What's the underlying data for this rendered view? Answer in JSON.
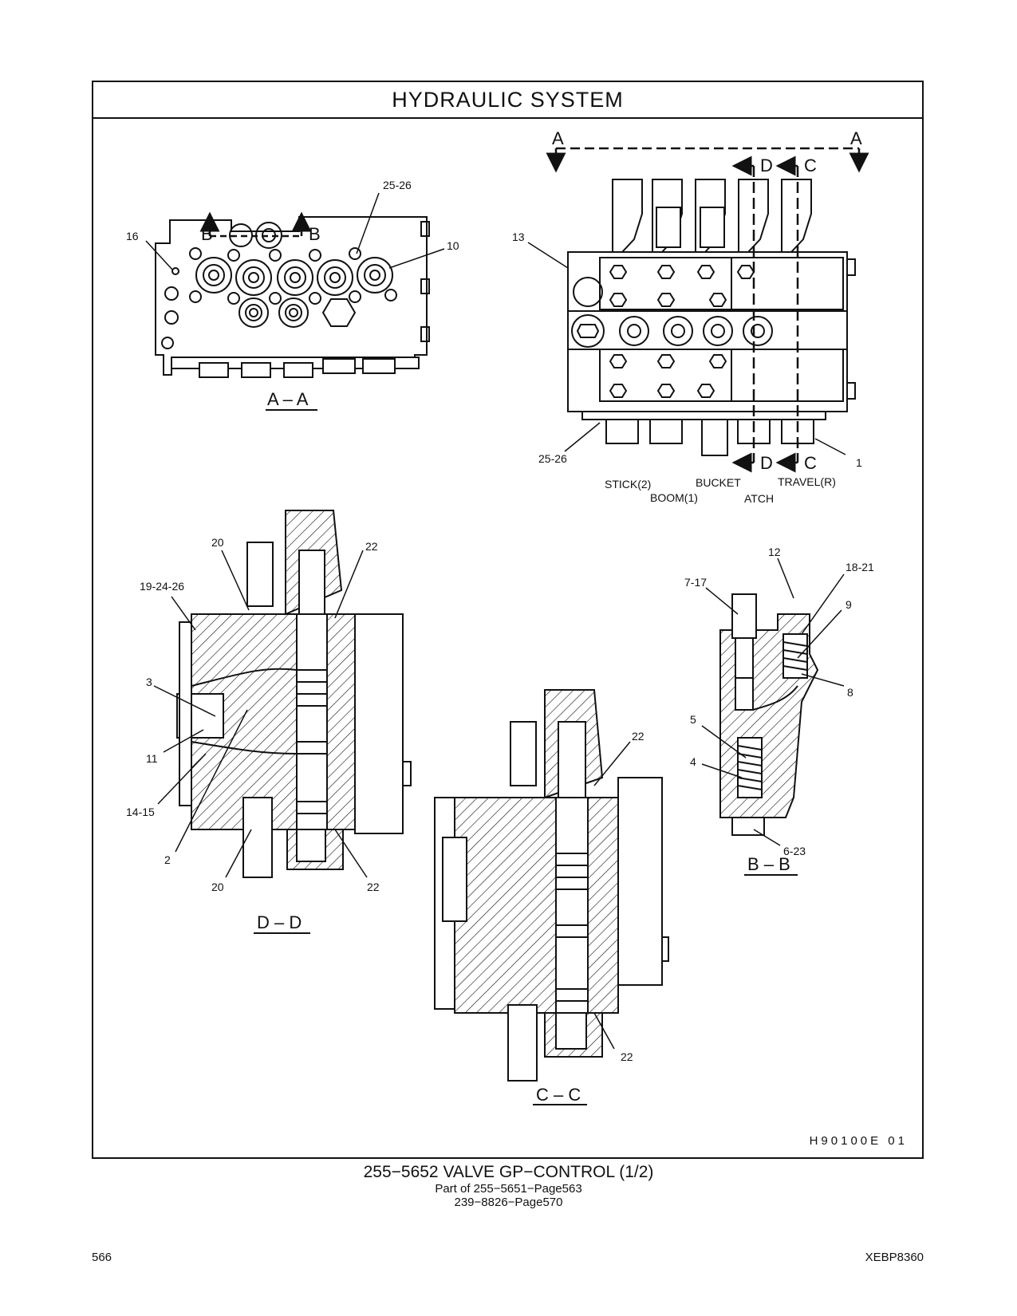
{
  "title": "HYDRAULIC SYSTEM",
  "views": {
    "aa": {
      "section_label": "A – A",
      "cut_label_left": "B",
      "cut_label_right": "B",
      "callouts": [
        "16",
        "25-26",
        "10"
      ]
    },
    "top": {
      "cut_label_a_left": "A",
      "cut_label_a_right": "A",
      "cut_label_d_top": "D",
      "cut_label_c_top": "C",
      "cut_label_d_bottom": "D",
      "cut_label_c_bottom": "C",
      "callouts": [
        "13",
        "25-26",
        "1"
      ],
      "section_names": [
        "STICK(2)",
        "BOOM(1)",
        "BUCKET",
        "ATCH",
        "TRAVEL(R)"
      ]
    },
    "dd": {
      "section_label": "D – D",
      "callouts": [
        "20",
        "22",
        "19-24-26",
        "3",
        "11",
        "14-15",
        "2",
        "20",
        "22"
      ]
    },
    "cc": {
      "section_label": "C – C",
      "callouts": [
        "22",
        "22"
      ]
    },
    "bb": {
      "section_label": "B – B",
      "callouts": [
        "12",
        "18-21",
        "7-17",
        "9",
        "8",
        "5",
        "4",
        "6-23"
      ]
    }
  },
  "drawing_code": "H90100E 01",
  "caption": {
    "line1": "255−5652 VALVE GP−CONTROL (1/2)",
    "line2": "Part of 255−5651−Page563",
    "line3": "239−8826−Page570"
  },
  "footer": {
    "page_number": "566",
    "doc_id": "XEBP8360"
  }
}
